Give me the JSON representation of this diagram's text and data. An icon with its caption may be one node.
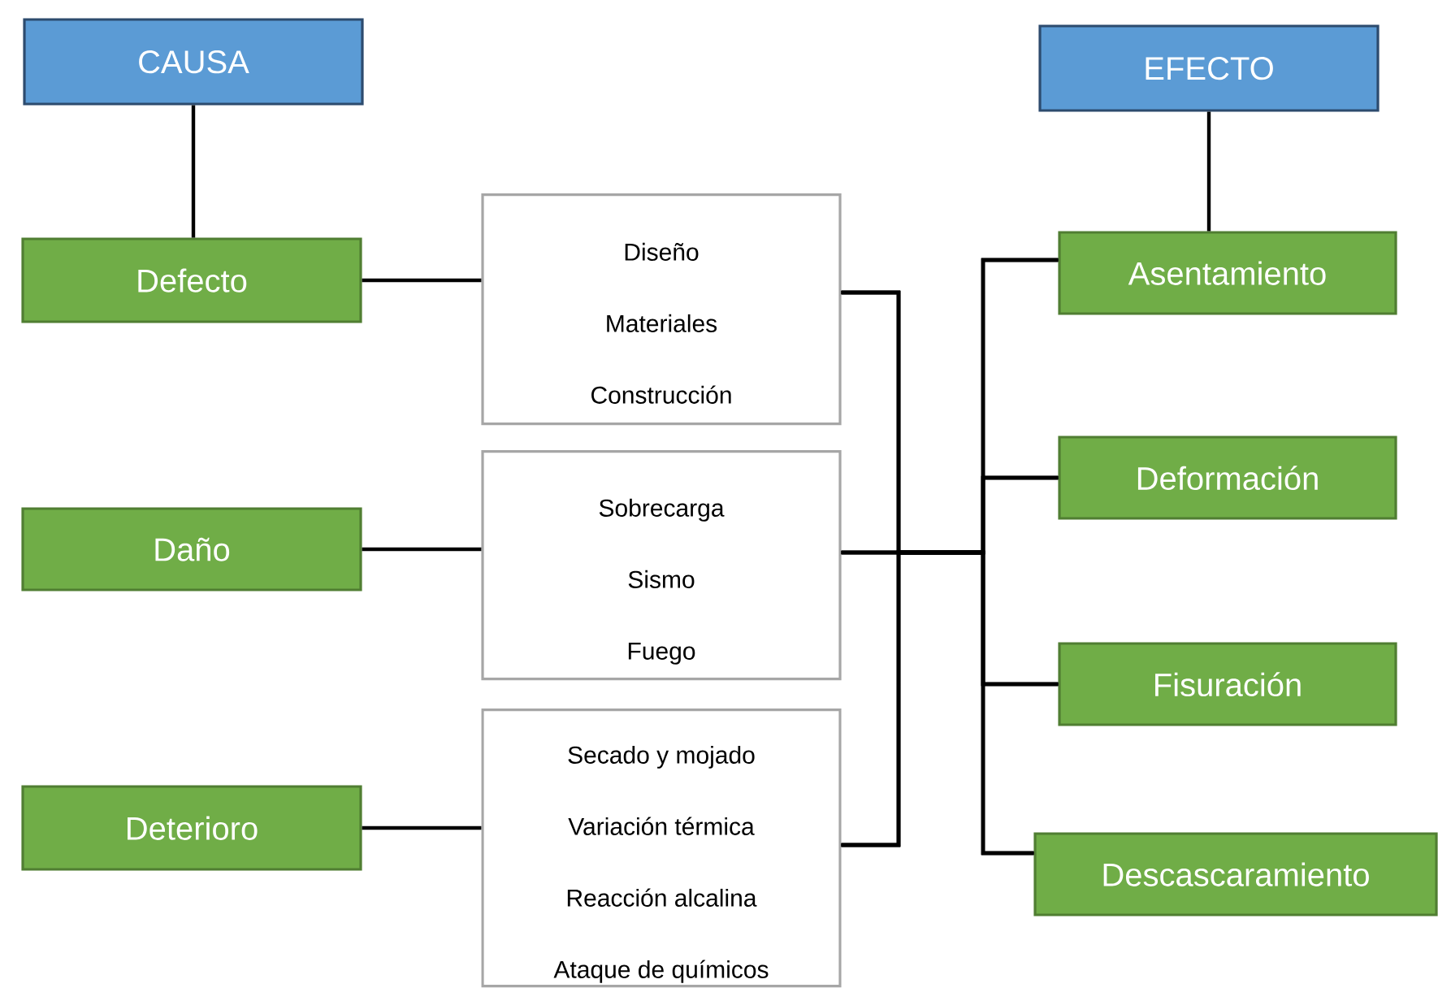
{
  "diagram": {
    "nodes": [
      {
        "text": [
          "CAUSA"
        ]
      },
      {
        "text": [
          "EFECTO"
        ]
      },
      {
        "text": [
          "Defecto"
        ]
      },
      {
        "text": [
          "Daño"
        ]
      },
      {
        "text": [
          "Deterioro"
        ]
      },
      {
        "text": [
          "Diseño",
          "Materiales",
          "Construcción"
        ]
      },
      {
        "text": [
          "Sobrecarga",
          "Sismo",
          "Fuego"
        ]
      },
      {
        "text": [
          "Secado y mojado",
          "Variación térmica",
          "Reacción alcalina",
          "Ataque de químicos"
        ]
      },
      {
        "text": [
          "Asentamiento"
        ]
      },
      {
        "text": [
          "Deformación"
        ]
      },
      {
        "text": [
          "Fisuración"
        ]
      },
      {
        "text": [
          "Descascaramiento"
        ]
      }
    ],
    "edges": [
      {
        "from": 0,
        "to": 2,
        "arrow": "none"
      },
      {
        "from": 1,
        "to": 8,
        "arrow": "none"
      },
      {
        "from": 2,
        "to": 5,
        "arrow": "none"
      },
      {
        "from": 3,
        "to": 6,
        "arrow": "none"
      },
      {
        "from": 4,
        "to": 7,
        "arrow": "none"
      },
      {
        "from": 5,
        "to": 8,
        "arrow": "none"
      },
      {
        "from": 5,
        "to": 9,
        "arrow": "none"
      },
      {
        "from": 5,
        "to": 10,
        "arrow": "none"
      },
      {
        "from": 5,
        "to": 11,
        "arrow": "none"
      },
      {
        "from": 6,
        "to": 8,
        "arrow": "none"
      },
      {
        "from": 6,
        "to": 9,
        "arrow": "none"
      },
      {
        "from": 6,
        "to": 10,
        "arrow": "none"
      },
      {
        "from": 6,
        "to": 11,
        "arrow": "none"
      },
      {
        "from": 7,
        "to": 8,
        "arrow": "none"
      },
      {
        "from": 7,
        "to": 9,
        "arrow": "none"
      },
      {
        "from": 7,
        "to": 10,
        "arrow": "none"
      },
      {
        "from": 7,
        "to": 11,
        "arrow": "none"
      }
    ]
  }
}
